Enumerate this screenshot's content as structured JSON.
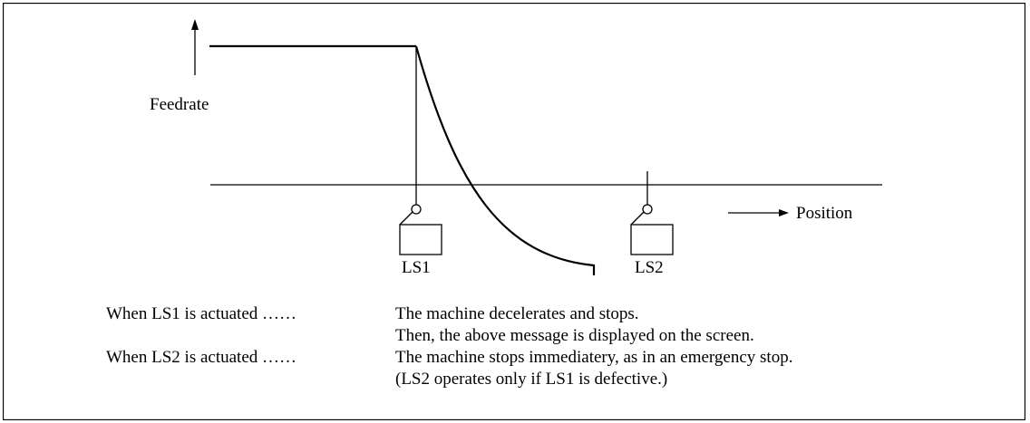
{
  "labels": {
    "y_axis": "Feedrate",
    "x_axis": "Position",
    "ls1": "LS1",
    "ls2": "LS2"
  },
  "notes": [
    {
      "condition": "When LS1 is actuated ……",
      "lines": [
        "The machine decelerates and stops.",
        "Then, the above message is displayed on the screen."
      ]
    },
    {
      "condition": "When LS2 is actuated ……",
      "lines": [
        "The machine stops immediatery, as in an emergency stop.",
        "(LS2 operates only if LS1 is defective.)"
      ]
    }
  ],
  "colors": {
    "line": "#000000",
    "background": "#ffffff"
  }
}
